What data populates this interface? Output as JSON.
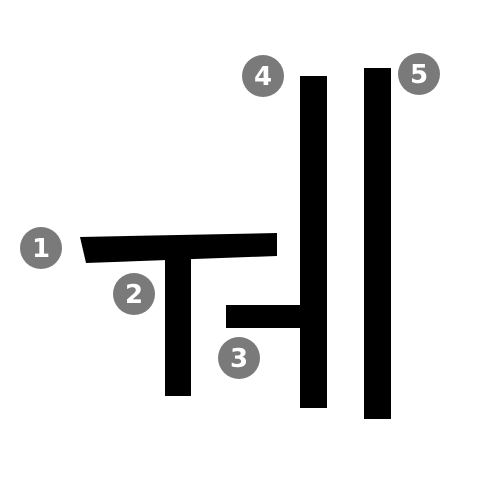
{
  "diagram": {
    "strokes": [
      {
        "order": "1",
        "badge": "1"
      },
      {
        "order": "2",
        "badge": "2"
      },
      {
        "order": "3",
        "badge": "3"
      },
      {
        "order": "4",
        "badge": "4"
      },
      {
        "order": "5",
        "badge": "5"
      }
    ]
  },
  "colors": {
    "stroke": "#000000",
    "badge_background": "#7a7a7a",
    "badge_text": "#ffffff"
  }
}
